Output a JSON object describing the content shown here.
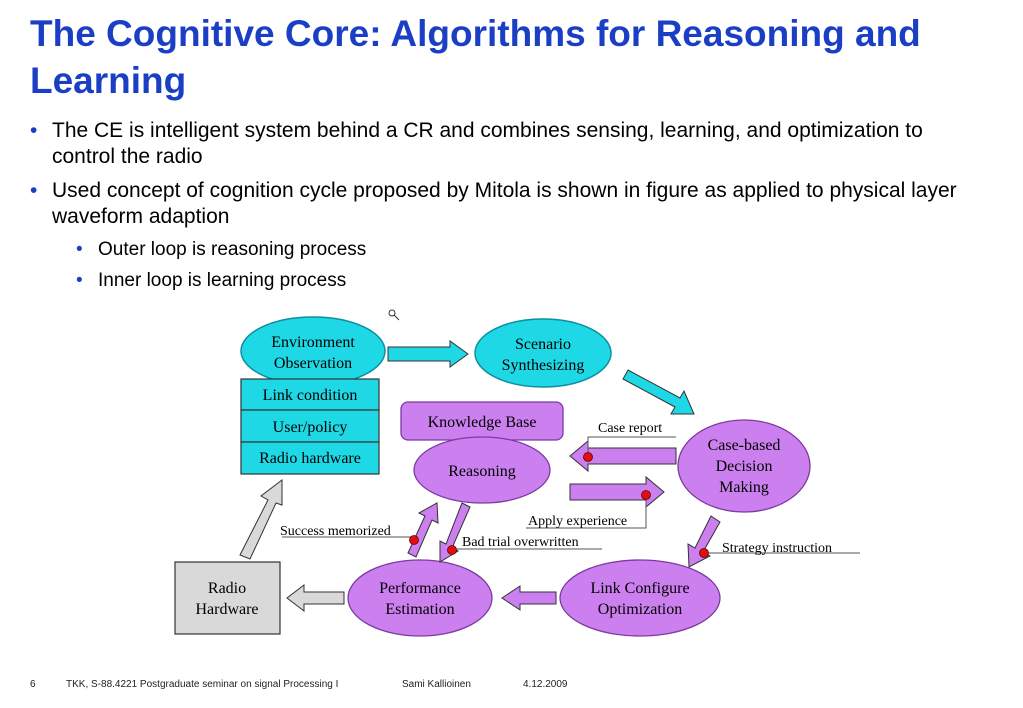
{
  "slide": {
    "title": "The Cognitive Core: Algorithms for Reasoning and Learning",
    "bullets": [
      "The CE is intelligent system behind a CR and combines sensing, learning, and optimization to control the radio",
      "Used concept of cognition cycle proposed by Mitola is shown in figure as applied to physical layer waveform adaption"
    ],
    "sub_bullets": [
      "Outer loop is reasoning process",
      "Inner loop is learning process"
    ]
  },
  "diagram": {
    "nodes": {
      "env_line1": "Environment",
      "env_line2": "Observation",
      "link_condition": "Link condition",
      "user_policy": "User/policy",
      "radio_hardware_box": "Radio hardware",
      "scenario_line1": "Scenario",
      "scenario_line2": "Synthesizing",
      "knowledge_base": "Knowledge Base",
      "reasoning": "Reasoning",
      "case_line1": "Case-based",
      "case_line2": "Decision",
      "case_line3": "Making",
      "radio_hw_line1": "Radio",
      "radio_hw_line2": "Hardware",
      "perf_line1": "Performance",
      "perf_line2": "Estimation",
      "link_cfg_line1": "Link Configure",
      "link_cfg_line2": "Optimization"
    },
    "labels": {
      "case_report": "Case report",
      "apply_experience": "Apply experience",
      "success_memorized": "Success memorized",
      "bad_trial": "Bad trial overwritten",
      "strategy_instruction": "Strategy instruction"
    },
    "colors": {
      "cyan": "#1fd8e6",
      "purple": "#cc80f0",
      "gray_box": "#d9d9d9",
      "marker": "#e01010"
    }
  },
  "footer": {
    "page": "6",
    "course": "TKK, S-88.4221 Postgraduate seminar on signal Processing I",
    "author": "Sami Kallioinen",
    "date": "4.12.2009"
  }
}
